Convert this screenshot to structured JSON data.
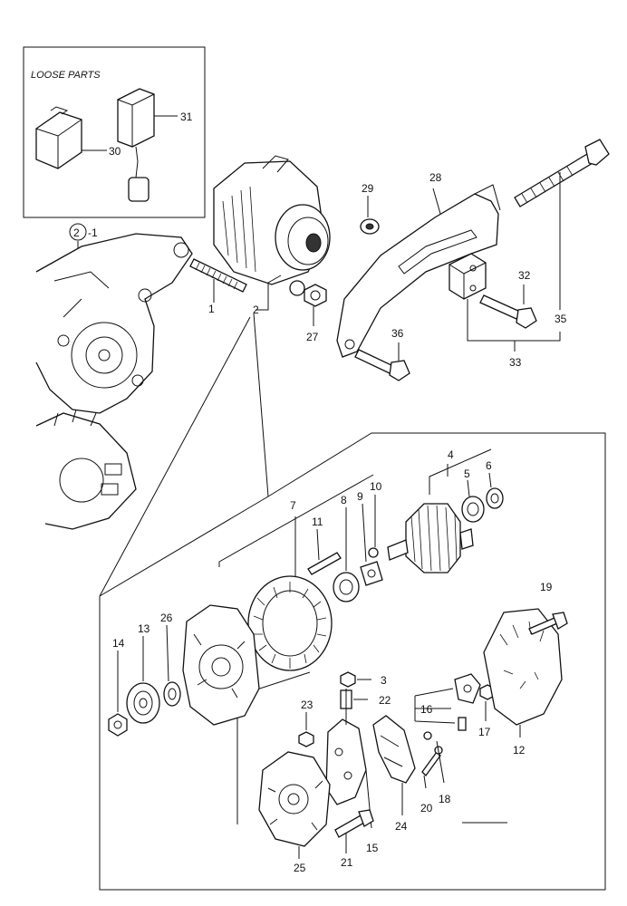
{
  "loose_parts": {
    "title": "LOOSE PARTS"
  },
  "ref_group": {
    "circled": "2",
    "suffix": "-1"
  },
  "callouts": {
    "c1": "1",
    "c2": "2",
    "c3": "3",
    "c4": "4",
    "c5": "5",
    "c6": "6",
    "c7": "7",
    "c8": "8",
    "c9": "9",
    "c10": "10",
    "c11": "11",
    "c12": "12",
    "c13": "13",
    "c14": "14",
    "c15": "15",
    "c16": "16",
    "c17": "17",
    "c18": "18",
    "c19": "19",
    "c20": "20",
    "c21": "21",
    "c22": "22",
    "c23": "23",
    "c24": "24",
    "c25": "25",
    "c26": "26",
    "c27": "27",
    "c28": "28",
    "c29": "29",
    "c30": "30",
    "c31": "31",
    "c32": "32",
    "c33": "33",
    "c35": "35",
    "c36": "36"
  }
}
